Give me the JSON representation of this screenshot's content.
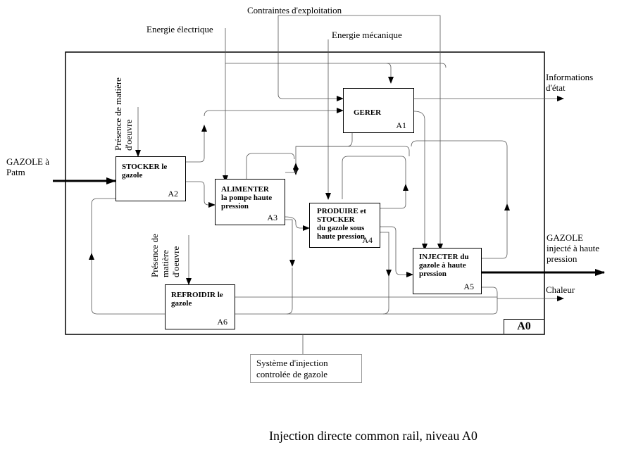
{
  "controls": {
    "contraintes": "Contraintes d'exploitation",
    "energie_electrique": "Energie électrique",
    "energie_mecanique": "Energie mécanique",
    "presence_a2": "Présence de matière\nd'oeuvre",
    "presence_a6": "Présence de\nmatière\nd'oeuvre"
  },
  "inputs": {
    "gazole_patm": "GAZOLE à\nPatm"
  },
  "outputs": {
    "informations": "Informations\nd'état",
    "gazole_injecte": "GAZOLE\ninjecté à haute\npression",
    "chaleur": "Chaleur"
  },
  "boxes": [
    {
      "title": "STOCKER le\ngazole",
      "id": "A2"
    },
    {
      "title": "GERER",
      "id": "A1"
    },
    {
      "title": "ALIMENTER\nla pompe haute\npression",
      "id": "A3"
    },
    {
      "title": "PRODUIRE et\nSTOCKER\ndu gazole sous\nhaute pression",
      "id": "A4"
    },
    {
      "title": "INJECTER du\ngazole à haute\npression",
      "id": "A5"
    },
    {
      "title": "REFROIDIR le\ngazole",
      "id": "A6"
    }
  ],
  "mechanism": "Système d'injection\ncontrolée de gazole",
  "frame_id": "A0",
  "caption": "Injection directe common rail, niveau A0"
}
